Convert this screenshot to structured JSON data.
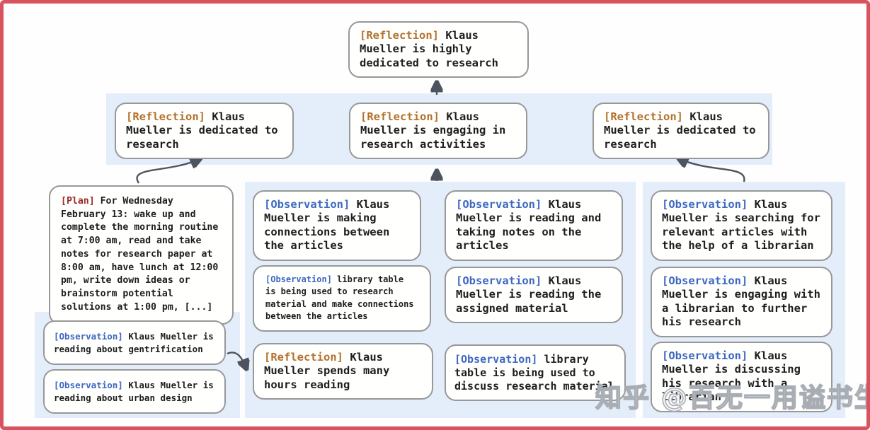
{
  "colors": {
    "frame": "#d8535f",
    "band": "#e4eefa",
    "node-bg": "#fffffe",
    "node-border": "#989898",
    "text": "#1e1e1e",
    "tag-reflection": "#b4722c",
    "tag-observation": "#3e68c0",
    "tag-plan": "#9e2b25",
    "arrow": "#4e545e"
  },
  "watermark": "知乎 @百无一用谥书生",
  "nodes": {
    "root": {
      "tag": "[Reflection]",
      "text": "Klaus Mueller is highly dedicated to research"
    },
    "l2_left": {
      "tag": "[Reflection]",
      "text": "Klaus Mueller is dedicated to research"
    },
    "l2_mid": {
      "tag": "[Reflection]",
      "text": "Klaus Mueller is engaging in research activities"
    },
    "l2_right": {
      "tag": "[Reflection]",
      "text": "Klaus Mueller is dedicated to research"
    },
    "plan": {
      "tag": "[Plan]",
      "text": "For Wednesday February 13: wake up and complete the morning routine at 7:00 am, read and take notes for research paper at 8:00 am, have lunch at 12:00 pm, write down ideas or brainstorm potential solutions at 1:00 pm, [...]"
    },
    "obs_gentrification": {
      "tag": "[Observation]",
      "text": "Klaus Mueller is reading about gentrification"
    },
    "obs_urban_design": {
      "tag": "[Observation]",
      "text": "Klaus Mueller is reading about urban design"
    },
    "obs_connections": {
      "tag": "[Observation]",
      "text": "Klaus Mueller is making connections between the articles"
    },
    "obs_library_research": {
      "tag": "[Observation]",
      "text": "library table is being used to research material and make connections between the articles"
    },
    "refl_hours_reading": {
      "tag": "[Reflection]",
      "text": "Klaus Mueller spends many hours reading"
    },
    "obs_taking_notes": {
      "tag": "[Observation]",
      "text": "Klaus Mueller is reading and taking notes on the articles"
    },
    "obs_assigned_material": {
      "tag": "[Observation]",
      "text": "Klaus Mueller is reading the assigned material"
    },
    "obs_library_discuss": {
      "tag": "[Observation]",
      "text": "library table is being used to discuss research material"
    },
    "obs_searching_articles": {
      "tag": "[Observation]",
      "text": "Klaus Mueller is searching for relevant articles with the help of a librarian"
    },
    "obs_engaging_librarian": {
      "tag": "[Observation]",
      "text": "Klaus Mueller is engaging with a librarian to further his research"
    },
    "obs_discussing_librarian": {
      "tag": "[Observation]",
      "text": "Klaus Mueller is discussing his research with a librarian"
    }
  }
}
